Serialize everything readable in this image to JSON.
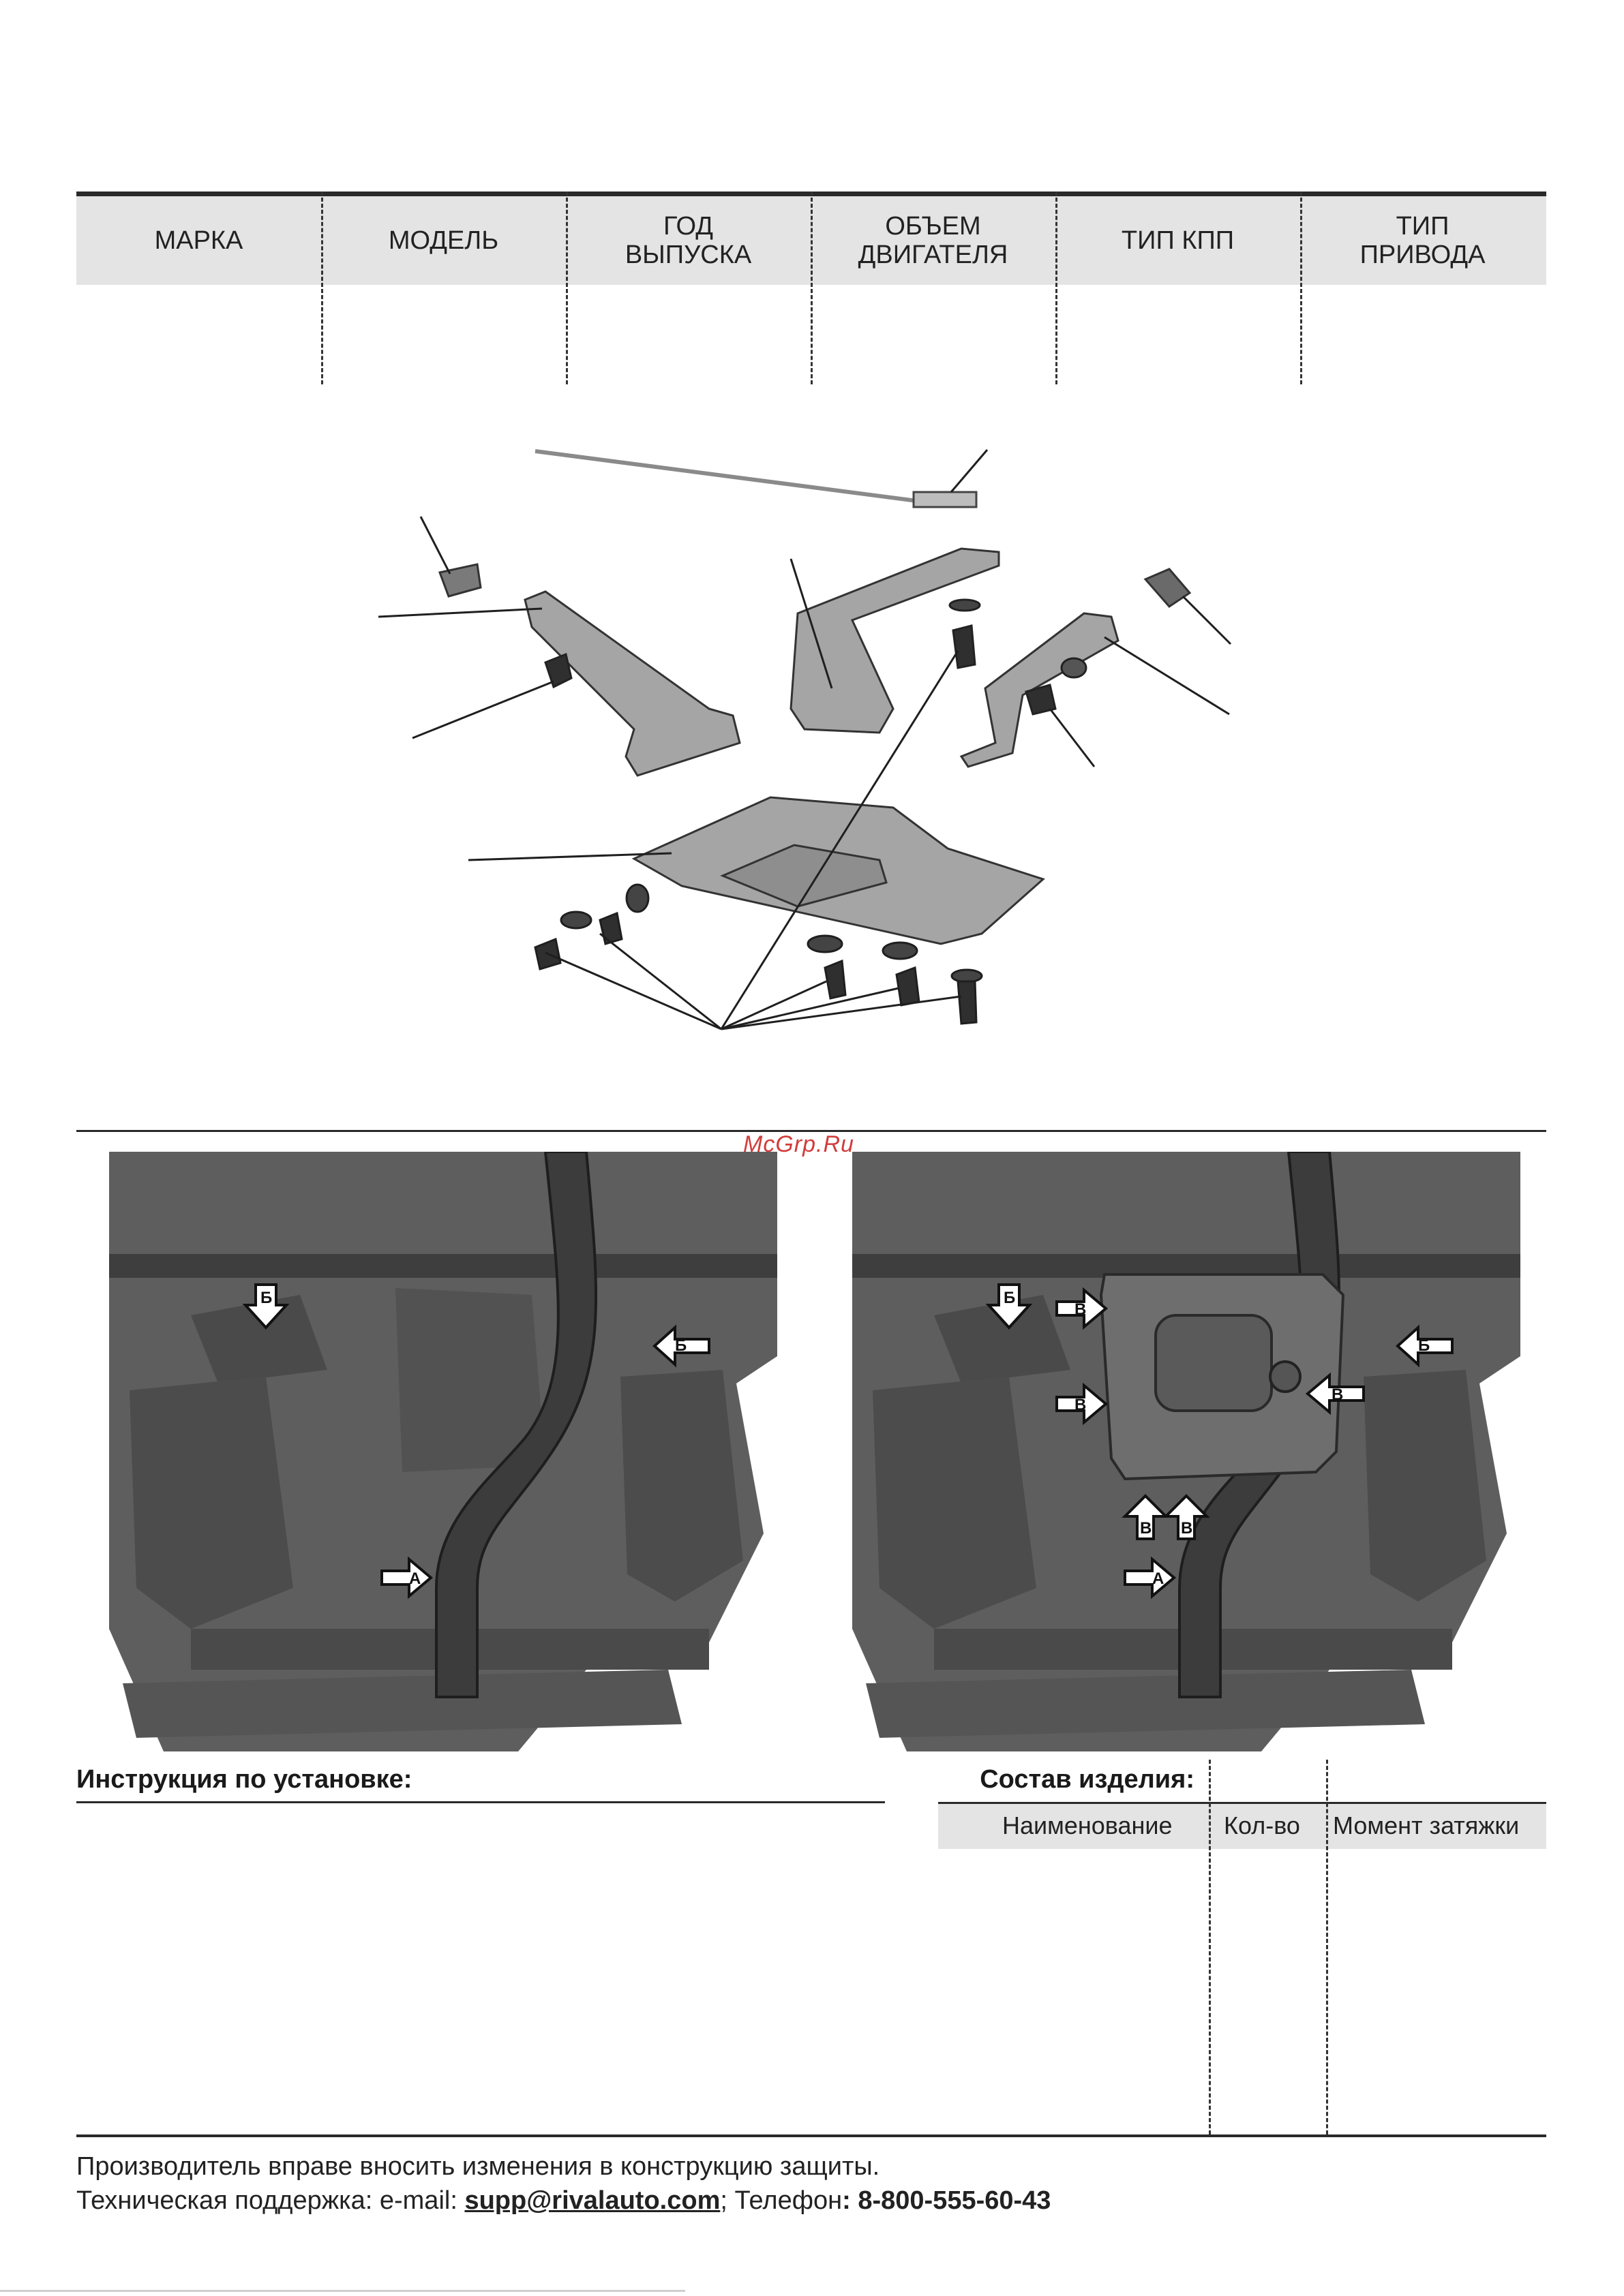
{
  "vehicle_table": {
    "headers": [
      "МАРКА",
      "МОДЕЛЬ",
      "ГОД\nВЫПУСКА",
      "ОБЪЕМ\nДВИГАТЕЛЯ",
      "ТИП КПП",
      "ТИП\nПРИВОДА"
    ]
  },
  "watermark": "McGrp.Ru",
  "photo_markers": {
    "left": [
      "Б",
      "Б",
      "А"
    ],
    "right": [
      "Б",
      "В",
      "В",
      "В",
      "Б",
      "В",
      "В",
      "А"
    ]
  },
  "instructions": {
    "title": "Инструкция по установке:"
  },
  "composition": {
    "title": "Состав изделия:",
    "headers": [
      "Наименование",
      "Кол-во",
      "Момент затяжки"
    ]
  },
  "footer": {
    "line1": "Производитель вправе вносить изменения в конструкцию защиты.",
    "support_label": "Техническая поддержка:  e-mail: ",
    "email": "supp@rivalauto.com",
    "phone_label": "; Телефон",
    "phone": ": 8-800-555-60-43"
  },
  "colors": {
    "rule": "#2a2a2a",
    "header_fill": "#e4e4e4",
    "watermark": "#d23c3c"
  }
}
